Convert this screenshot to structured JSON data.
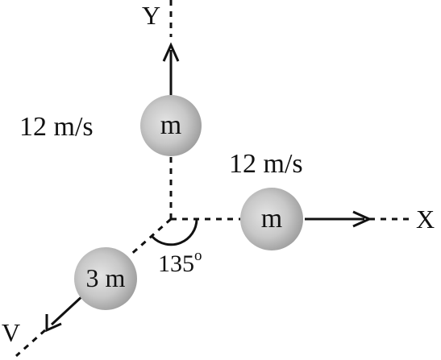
{
  "axes": {
    "y_label": "Y",
    "x_label": "X",
    "v_label": "V"
  },
  "particles": {
    "top": {
      "label": "m",
      "speed": "12 m/s"
    },
    "right": {
      "label": "m",
      "speed": "12 m/s"
    },
    "bottom_left": {
      "label": "3 m"
    }
  },
  "angle": {
    "base": "135",
    "degree_mark": "o"
  },
  "colors": {
    "line": "#111111",
    "ball_light": "#e6e6e6",
    "ball_mid": "#b5b5b5",
    "ball_dark": "#8f8f8f"
  }
}
